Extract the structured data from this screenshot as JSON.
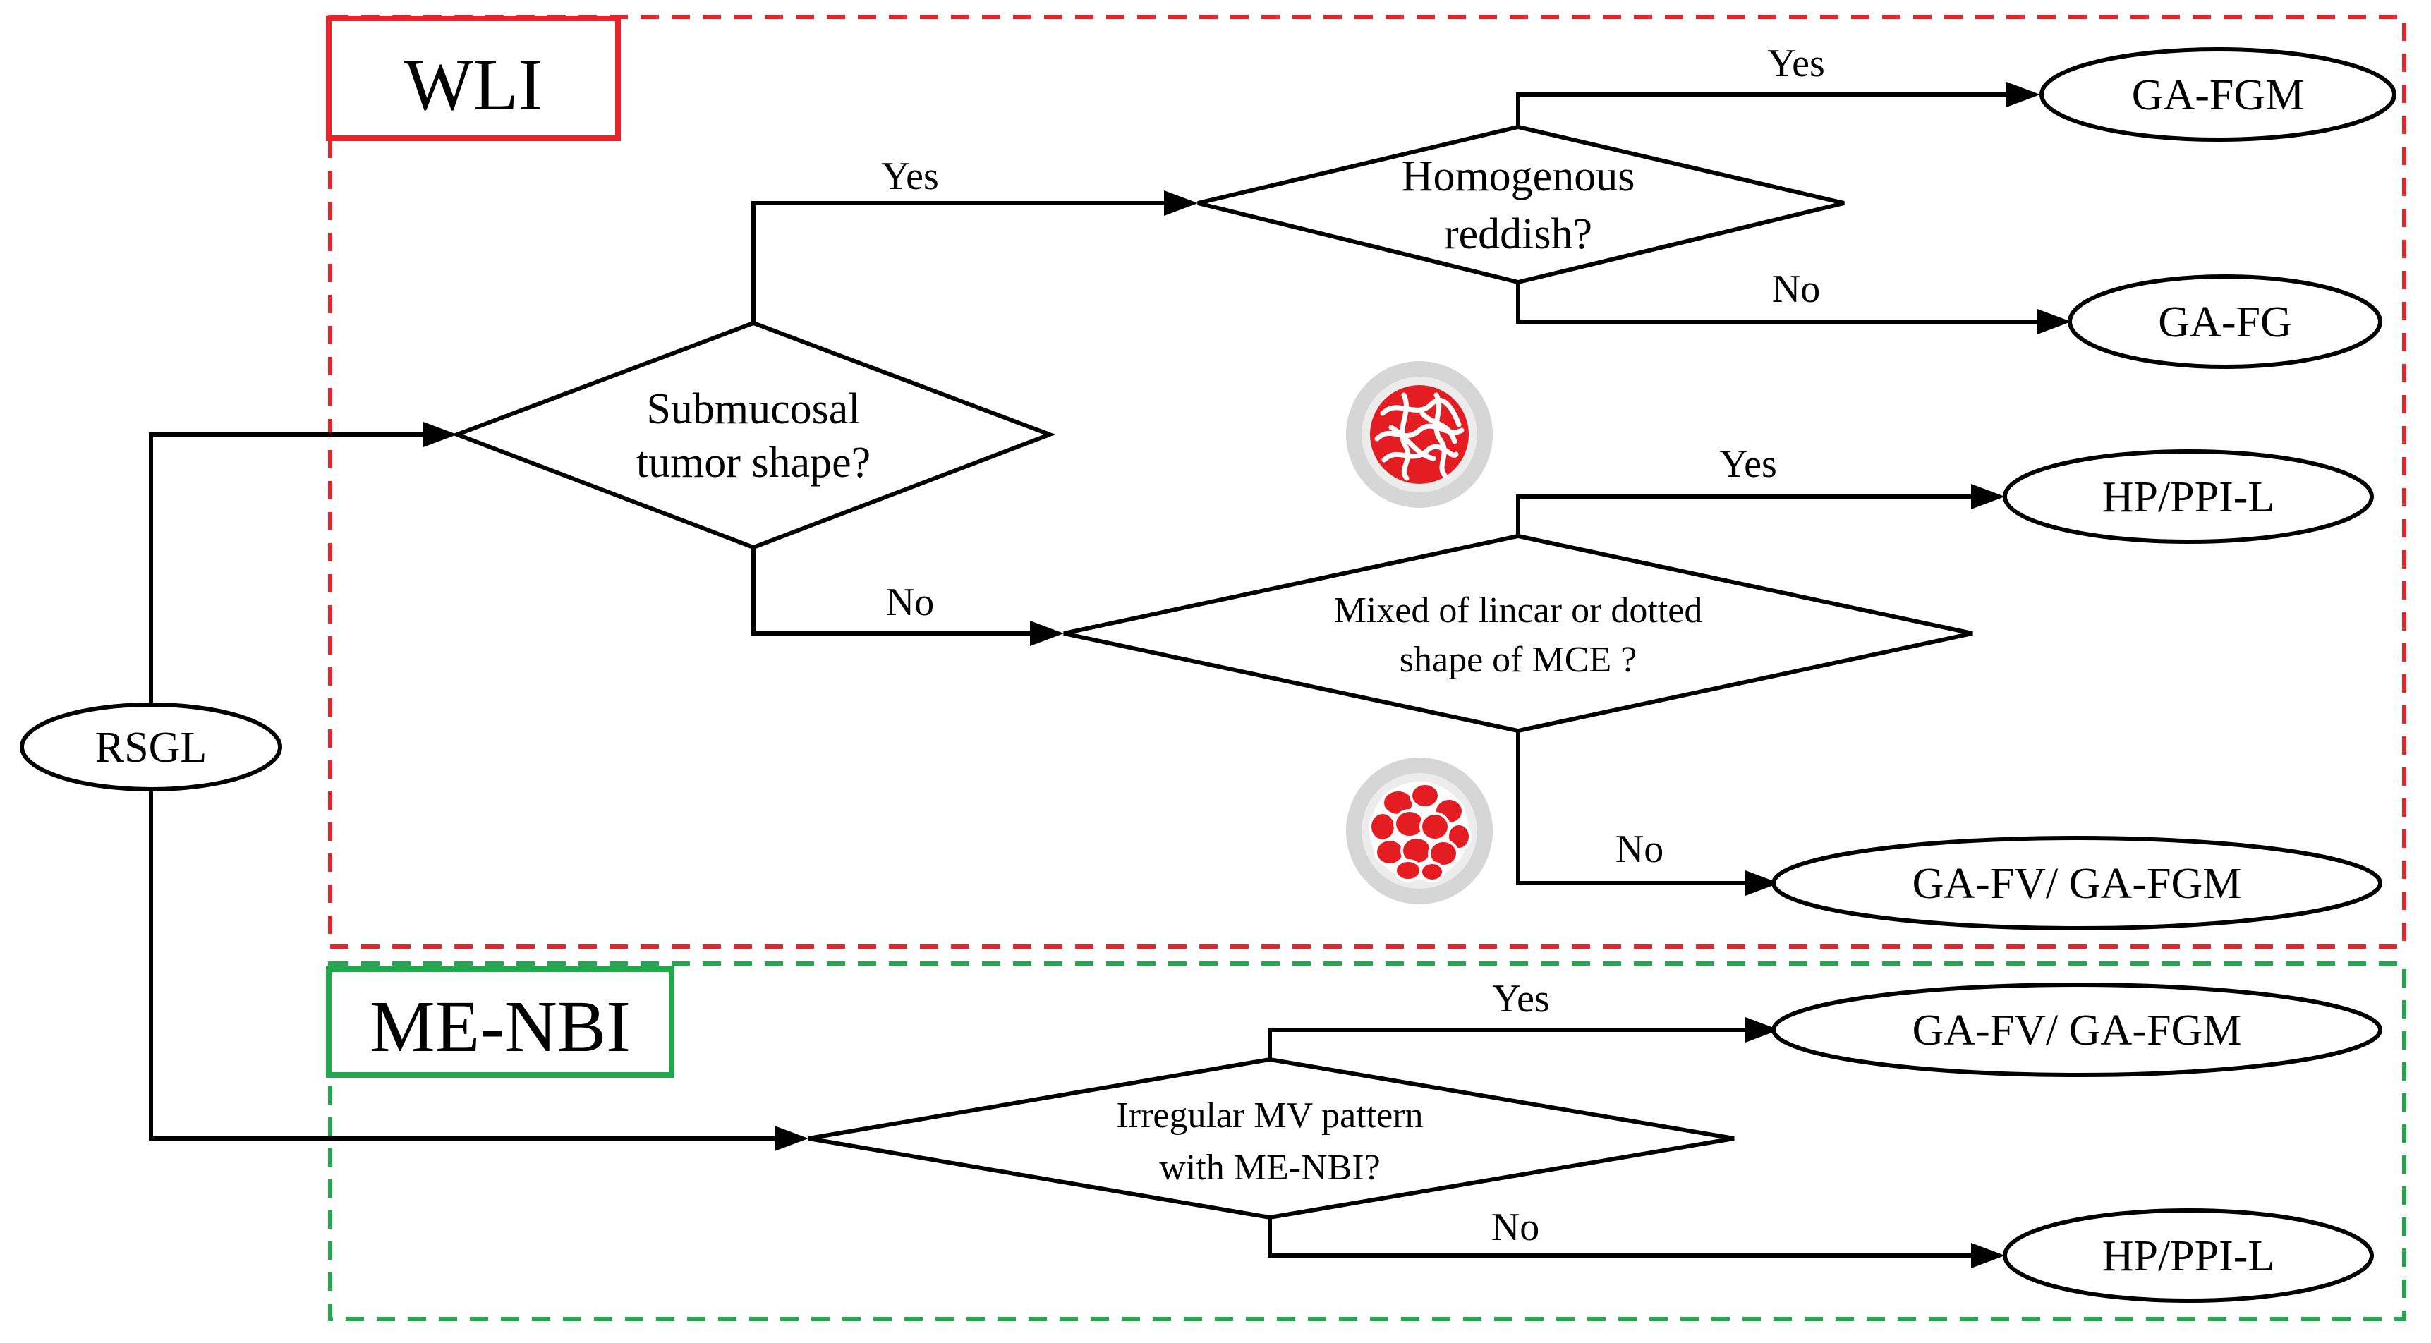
{
  "sections": {
    "wli": {
      "label": "WLI",
      "color": "#e8232a"
    },
    "menbi": {
      "label": "ME-NBI",
      "color": "#1eaa4a"
    }
  },
  "nodes": {
    "rsgl": "RSGL",
    "submucosal": [
      "Submucosal",
      "tumor shape?"
    ],
    "homogenous": [
      "Homogenous",
      "reddish?"
    ],
    "mixed": [
      "Mixed of lincar or dotted",
      "shape of MCE ?"
    ],
    "irregular": [
      "Irregular MV pattern",
      "with ME-NBI?"
    ]
  },
  "outcomes": {
    "ga_fgm": "GA-FGM",
    "ga_fg": "GA-FG",
    "hp_ppi_1": "HP/PPI-L",
    "ga_fv_1": "GA-FV/ GA-FGM",
    "ga_fv_2": "GA-FV/ GA-FGM",
    "hp_ppi_2": "HP/PPI-L"
  },
  "edges": {
    "sub_yes": "Yes",
    "sub_no": "No",
    "homo_yes": "Yes",
    "homo_no": "No",
    "mixed_yes": "Yes",
    "mixed_no": "No",
    "irr_yes": "Yes",
    "irr_no": "No"
  },
  "icons": [
    "linear-mce-icon",
    "dotted-mce-icon"
  ]
}
